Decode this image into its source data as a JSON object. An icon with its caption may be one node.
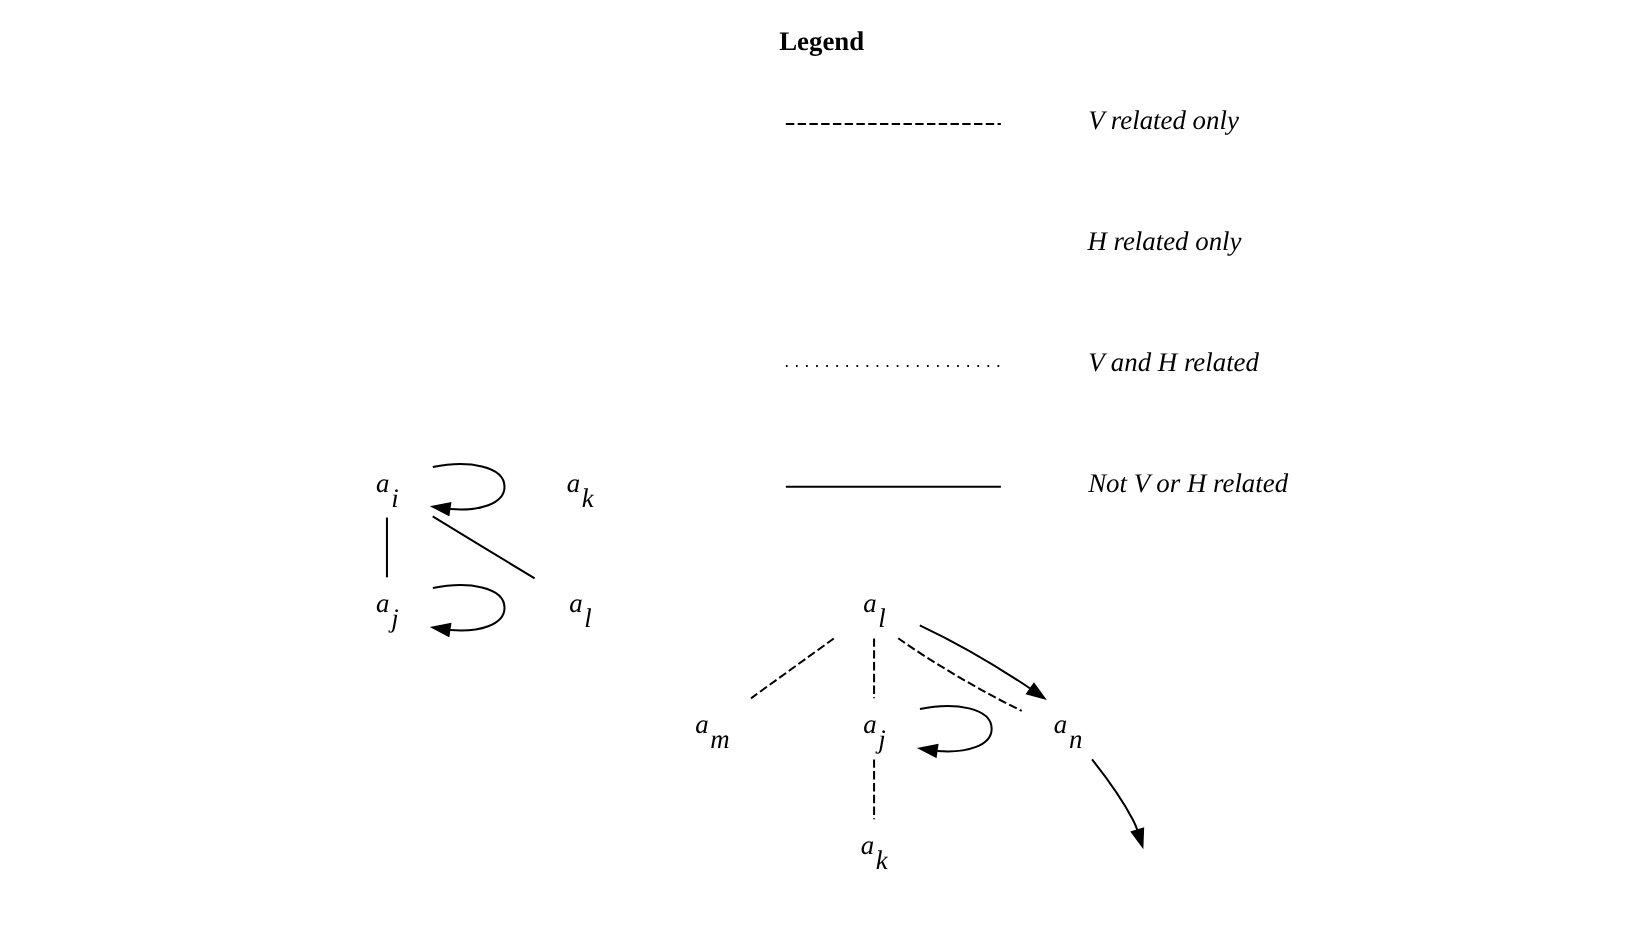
{
  "diagram": {
    "title": "Legend",
    "nodes": [
      {
        "text": [
          "a$_{l}$"
        ]
      },
      {
        "text": [
          "a$_{j}$"
        ]
      },
      {
        "text": [
          "a$_{k}$"
        ]
      },
      {
        "text": [
          "a$_{i}$"
        ]
      },
      {
        "text": [
          "a$_{l}$"
        ]
      },
      {
        "text": [
          "a$_{m}$"
        ]
      },
      {
        "text": [
          "a$_{k}$"
        ]
      },
      {
        "text": [
          "a$_{j}$"
        ]
      },
      {
        "text": [
          "a$_{n}$"
        ]
      }
    ],
    "edges": [
      {
        "from": 3,
        "to": 1,
        "arrow": "none"
      },
      {
        "from": 3,
        "to": 0,
        "arrow": "none"
      },
      {
        "from": 1,
        "to": 1,
        "arrow": "to"
      },
      {
        "from": 3,
        "to": 3,
        "arrow": "to"
      },
      {
        "from": 4,
        "to": 7,
        "arrow": "none",
        "style": "dashed"
      },
      {
        "from": 7,
        "to": 6,
        "arrow": "none",
        "style": "dashed"
      },
      {
        "from": 4,
        "to": 5,
        "arrow": "none",
        "style": "dashed"
      },
      {
        "from": 4,
        "to": 8,
        "arrow": "none",
        "style": "dashed"
      },
      {
        "from": 7,
        "to": 7,
        "arrow": "to"
      },
      {
        "from": 4,
        "to": 8,
        "arrow": "to"
      },
      {
        "from": 8,
        "to": null,
        "arrow": "to"
      }
    ],
    "legend": [
      {
        "text": "V related only"
      },
      {
        "text": "H related only"
      },
      {
        "text": "V and H related"
      },
      {
        "text": "Not V or H related"
      }
    ]
  }
}
